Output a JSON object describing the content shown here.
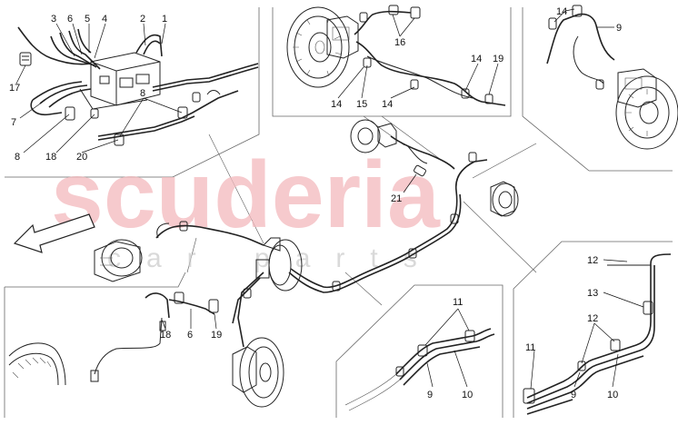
{
  "watermark": {
    "brand": "scuderia",
    "sub": "car parts"
  },
  "callouts": [
    {
      "id": "c17",
      "text": "17"
    },
    {
      "id": "c3",
      "text": "3"
    },
    {
      "id": "c6",
      "text": "6"
    },
    {
      "id": "c5",
      "text": "5"
    },
    {
      "id": "c4",
      "text": "4"
    },
    {
      "id": "c2",
      "text": "2"
    },
    {
      "id": "c1",
      "text": "1"
    },
    {
      "id": "c7",
      "text": "7"
    },
    {
      "id": "c8a",
      "text": "8"
    },
    {
      "id": "c8b",
      "text": "8"
    },
    {
      "id": "c18a",
      "text": "18"
    },
    {
      "id": "c20",
      "text": "20"
    },
    {
      "id": "c16",
      "text": "16"
    },
    {
      "id": "c14a",
      "text": "14"
    },
    {
      "id": "c15",
      "text": "15"
    },
    {
      "id": "c14b",
      "text": "14"
    },
    {
      "id": "c14c",
      "text": "14"
    },
    {
      "id": "c19a",
      "text": "19"
    },
    {
      "id": "c14d",
      "text": "14"
    },
    {
      "id": "c9a",
      "text": "9"
    },
    {
      "id": "c21",
      "text": "21"
    },
    {
      "id": "c18b",
      "text": "18"
    },
    {
      "id": "c6b",
      "text": "6"
    },
    {
      "id": "c19b",
      "text": "19"
    },
    {
      "id": "c11a",
      "text": "11"
    },
    {
      "id": "c9b",
      "text": "9"
    },
    {
      "id": "c10a",
      "text": "10"
    },
    {
      "id": "c12a",
      "text": "12"
    },
    {
      "id": "c13",
      "text": "13"
    },
    {
      "id": "c12b",
      "text": "12"
    },
    {
      "id": "c11b",
      "text": "11"
    },
    {
      "id": "c9c",
      "text": "9"
    },
    {
      "id": "c10b",
      "text": "10"
    }
  ]
}
